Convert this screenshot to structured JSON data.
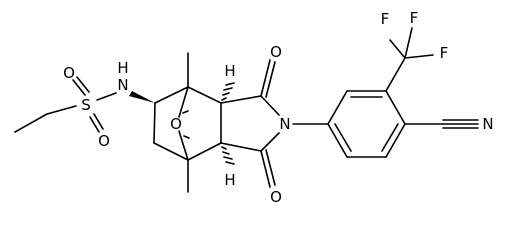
{
  "atoms": {
    "S": "S",
    "O_s1": "O",
    "O_s2": "O",
    "NH": "N",
    "NH_H": "H",
    "O_bridge": "O",
    "H_top": "H",
    "H_bottom": "H",
    "O_top": "O",
    "O_bottom": "O",
    "N_imide": "N",
    "F1": "F",
    "F2": "F",
    "F3": "F",
    "N_nitrile": "N"
  }
}
